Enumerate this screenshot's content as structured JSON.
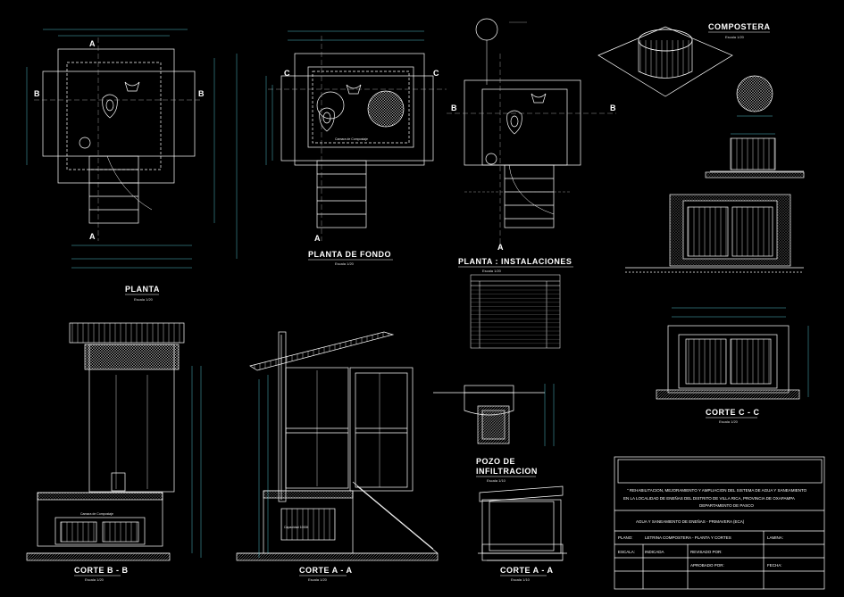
{
  "titles": {
    "planta": "PLANTA",
    "planta_fondo": "PLANTA DE FONDO",
    "planta_instalaciones": "PLANTA : INSTALACIONES",
    "compostera": "COMPOSTERA",
    "corte_bb": "CORTE B - B",
    "corte_aa": "CORTE A - A",
    "corte_aa_2": "CORTE A - A",
    "corte_cc": "CORTE C - C",
    "pozo": "POZO DE",
    "pozo2": "INFILTRACION"
  },
  "scales": {
    "s20": "Escala 1/20",
    "s25": "Escala 1/25",
    "s10": "Escala 1/10"
  },
  "section_marks": {
    "a": "A",
    "b": "B",
    "c": "C"
  },
  "labels": {
    "camara": "Camara de Compostaje",
    "capacidad": "Capacidad 1000lt",
    "camaras": "Camara de Compostaje"
  },
  "title_block": {
    "project_line1": "\" REHABILITACION, MEJORAMIENTO Y AMPLIACION DEL SISTEMA DE AGUA Y SANEAMIENTO",
    "project_line2": "EN LA LOCALIDAD DE ENEÑAS DEL DISTRITO DE VILLA RICA, PROVINCIA DE OXAPAMPA",
    "project_line3": "DEPARTAMENTO DE PASCO",
    "subtitle": "AGUA Y SANEAMIENTO DE ENEÑAS - PRIMAVERA (ECA)",
    "plano_label": "PLANO:",
    "plano_value": "LETRINA COMPOSTERA - PLANTA Y CORTES",
    "lamina_label": "LAMINA:",
    "escala_label": "ESCALA:",
    "escala_value": "INDICADA",
    "revisado_label": "REVISADO POR:",
    "aprobado_label": "APROBADO POR:",
    "fecha_label": "FECHA:"
  }
}
